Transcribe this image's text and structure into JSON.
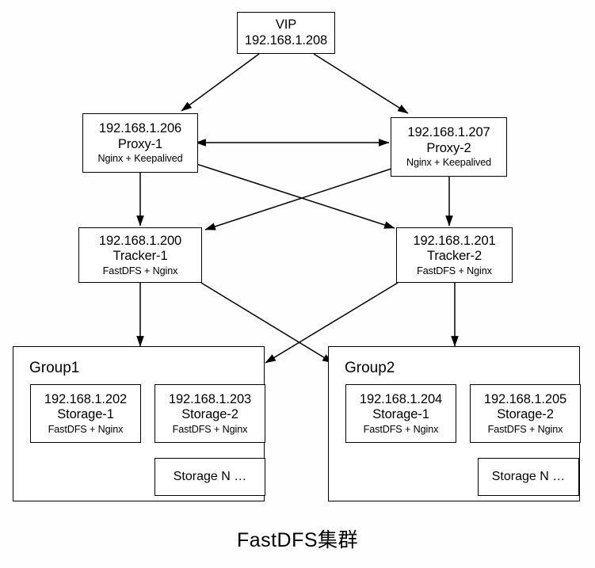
{
  "diagram": {
    "caption": "FastDFS集群",
    "stroke_color": "#000000",
    "background_color": "#fffefe",
    "vip": {
      "line1": "VIP",
      "line2": "192.168.1.208"
    },
    "proxies": [
      {
        "ip": "192.168.1.206",
        "name": "Proxy-1",
        "stack": "Nginx + Keepalived"
      },
      {
        "ip": "192.168.1.207",
        "name": "Proxy-2",
        "stack": "Nginx + Keepalived"
      }
    ],
    "trackers": [
      {
        "ip": "192.168.1.200",
        "name": "Tracker-1",
        "stack": "FastDFS + Nginx"
      },
      {
        "ip": "192.168.1.201",
        "name": "Tracker-2",
        "stack": "FastDFS + Nginx"
      }
    ],
    "groups": [
      {
        "title": "Group1",
        "storages": [
          {
            "ip": "192.168.1.202",
            "name": "Storage-1",
            "stack": "FastDFS + Nginx"
          },
          {
            "ip": "192.168.1.203",
            "name": "Storage-2",
            "stack": "FastDFS + Nginx"
          }
        ],
        "storage_more": "Storage N …"
      },
      {
        "title": "Group2",
        "storages": [
          {
            "ip": "192.168.1.204",
            "name": "Storage-1",
            "stack": "FastDFS + Nginx"
          },
          {
            "ip": "192.168.1.205",
            "name": "Storage-2",
            "stack": "FastDFS + Nginx"
          }
        ],
        "storage_more": "Storage N …"
      }
    ]
  }
}
